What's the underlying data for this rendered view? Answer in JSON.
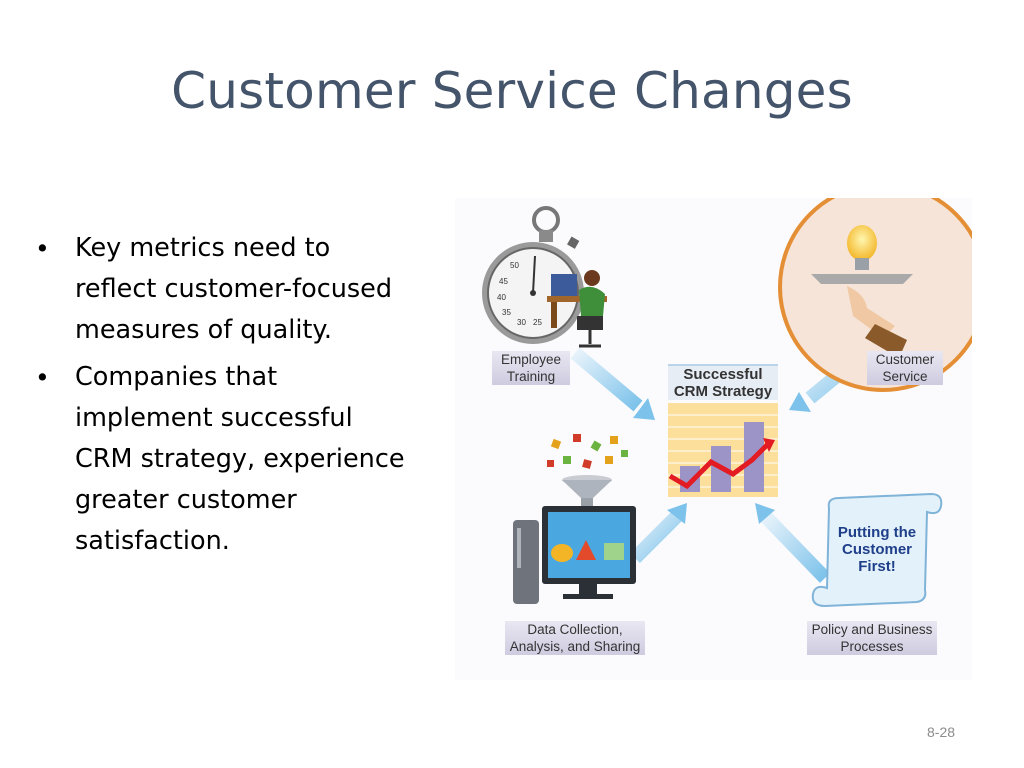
{
  "slide": {
    "title": "Customer Service Changes",
    "bullets": [
      "Key metrics need to reflect customer-focused measures of quality.",
      "Companies that implement successful CRM strategy, experience greater customer satisfaction."
    ],
    "page_number": "8-28"
  },
  "figure": {
    "center_label": "Successful CRM Strategy",
    "employee_training": "Employee Training",
    "customer_service": "Customer Service",
    "data_collection": "Data Collection, Analysis, and Sharing",
    "policy": "Policy and Business Processes",
    "scroll_text": "Putting the Customer First!",
    "stopwatch_numbers": [
      "50",
      "45",
      "40",
      "35",
      "30",
      "25"
    ]
  }
}
